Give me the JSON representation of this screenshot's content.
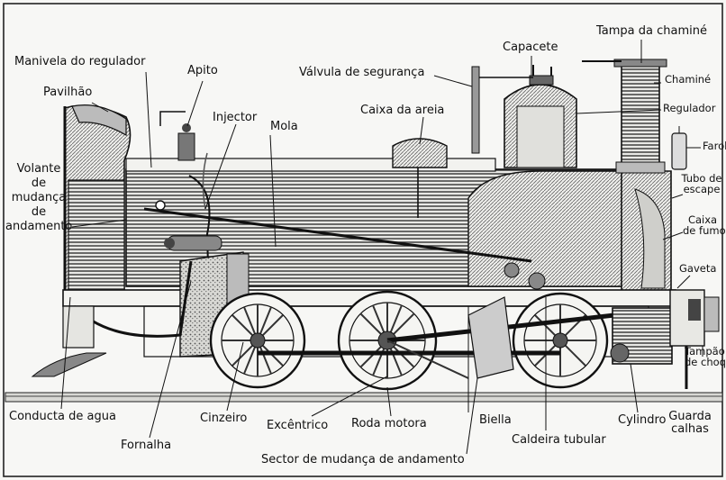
{
  "labels": {
    "manivela_regulador": "Manivela do regulador",
    "apito": "Apito",
    "pavilhao": "Pavilhão",
    "injector": "Injector",
    "mola": "Mola",
    "valvula_seguranca": "Válvula de segurança",
    "capacete": "Capacete",
    "tampa_chamine": "Tampa da chaminé",
    "chamine": "Chaminé",
    "caixa_areia": "Caixa da areia",
    "regulador": "Regulador",
    "farol": "Farol",
    "volante": [
      "Volante",
      "de",
      "mudança",
      "de",
      "andamento"
    ],
    "tubo_escape": [
      "Tubo de",
      "escape"
    ],
    "caixa_fumo": [
      "Caixa",
      "de fumo"
    ],
    "gaveta": "Gaveta",
    "tampao_choque": [
      "Tampão",
      "de choque"
    ],
    "conducta_agua": "Conducta de agua",
    "fornalha": "Fornalha",
    "cinzeiro": "Cinzeiro",
    "excentrico": "Excêntrico",
    "roda_motora": "Roda motora",
    "biella": "Biella",
    "caldeira_tubular": "Caldeira tubular",
    "cylindro": "Cylindro",
    "guarda_calhas": [
      "Guarda",
      "calhas"
    ],
    "sector_mudanca": "Sector de mudança de andamento"
  }
}
